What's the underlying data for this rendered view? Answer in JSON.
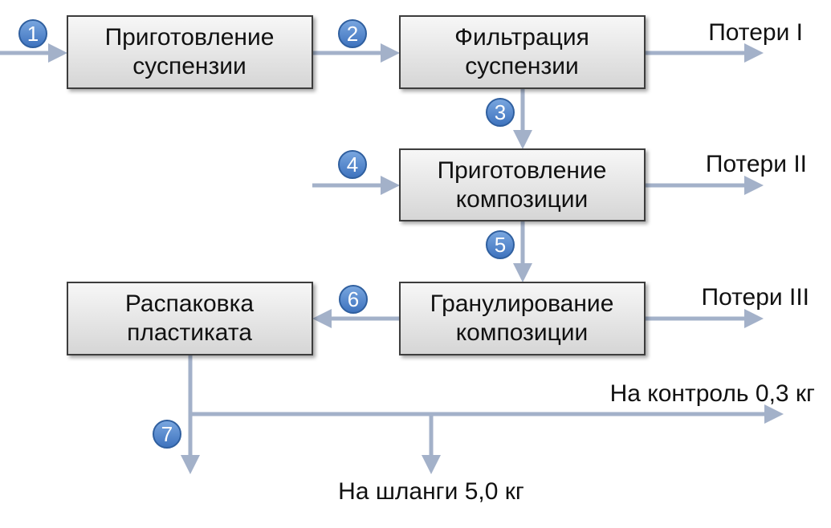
{
  "process_steps": [
    {
      "line1": "Приготовление",
      "line2": "суспензии"
    },
    {
      "line1": "Фильтрация",
      "line2": "суспензии"
    },
    {
      "line1": "Приготовление",
      "line2": "композиции"
    },
    {
      "line1": "Гранулирование",
      "line2": "композиции"
    },
    {
      "line1": "Распаковка",
      "line2": "пластиката"
    }
  ],
  "stream_numbers": [
    "1",
    "2",
    "3",
    "4",
    "5",
    "6",
    "7"
  ],
  "losses": [
    "Потери I",
    "Потери II",
    "Потери III"
  ],
  "outputs": {
    "control": "На контроль 0,3 кг",
    "hoses": "На шланги 5,0 кг"
  },
  "colors": {
    "arrow": "#a3b1c9",
    "box_border": "#3c3c3c",
    "box_fill_top": "#f7f7f7",
    "box_fill_bottom": "#d5d5d5",
    "badge_fill": "#4a7fc9",
    "badge_border": "#2f5f9f"
  }
}
